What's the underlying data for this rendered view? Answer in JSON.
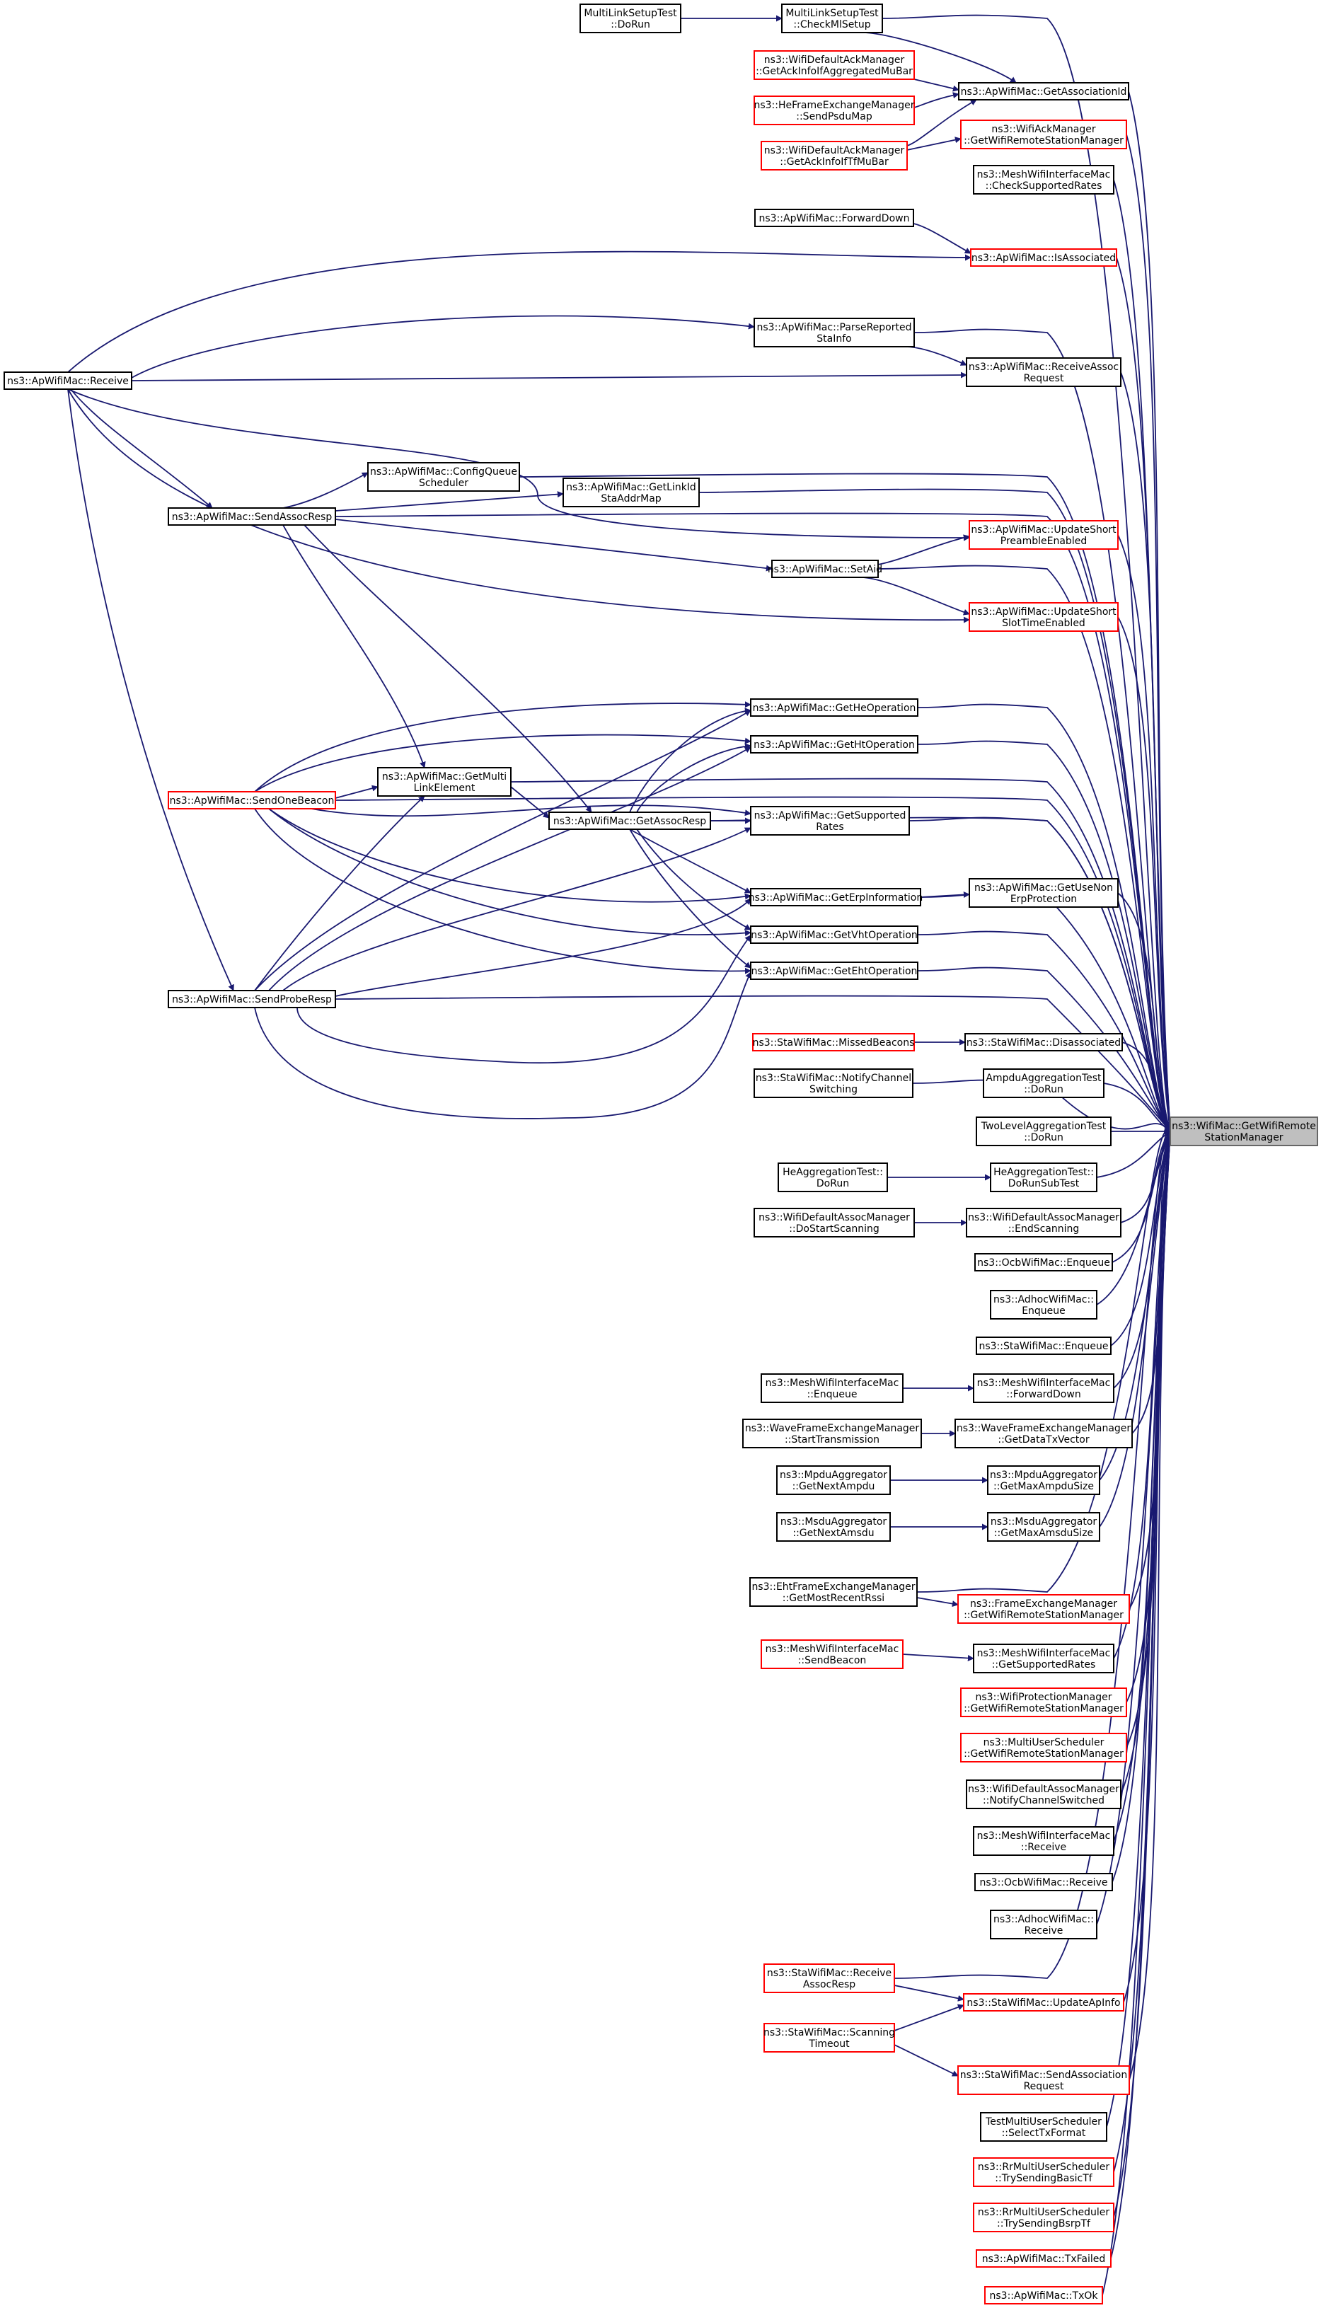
{
  "colors": {
    "edge": "#191970",
    "box_default": "#000000",
    "box_highlight": "#ff0000",
    "focus_fill": "#bfbfbf",
    "background": "#ffffff"
  },
  "nodes": {
    "mlstest_dorun": {
      "lines": [
        "MultiLinkSetupTest",
        "::DoRun"
      ],
      "style": "default"
    },
    "mlstest_checkml": {
      "lines": [
        "MultiLinkSetupTest",
        "::CheckMlSetup"
      ],
      "style": "default"
    },
    "wdack_getackinfo_mubar": {
      "lines": [
        "ns3::WifiDefaultAckManager",
        "::GetAckInfoIfAggregatedMuBar"
      ],
      "style": "highlight"
    },
    "hefem_sendpsdumap": {
      "lines": [
        "ns3::HeFrameExchangeManager",
        "::SendPsduMap"
      ],
      "style": "highlight"
    },
    "wdack_getackinfo_tf": {
      "lines": [
        "ns3::WifiDefaultAckManager",
        "::GetAckInfoIfTfMuBar"
      ],
      "style": "highlight"
    },
    "ap_getassociationid": {
      "lines": [
        "ns3::ApWifiMac::GetAssociationId"
      ],
      "style": "default"
    },
    "wam_getwrsm": {
      "lines": [
        "ns3::WifiAckManager",
        "::GetWifiRemoteStationManager"
      ],
      "style": "highlight"
    },
    "mesh_checksupportedrates": {
      "lines": [
        "ns3::MeshWifiInterfaceMac",
        "::CheckSupportedRates"
      ],
      "style": "default"
    },
    "ap_forwarddown": {
      "lines": [
        "ns3::ApWifiMac::ForwardDown"
      ],
      "style": "default"
    },
    "ap_isassociated": {
      "lines": [
        "ns3::ApWifiMac::IsAssociated"
      ],
      "style": "highlight"
    },
    "ap_receive": {
      "lines": [
        "ns3::ApWifiMac::Receive"
      ],
      "style": "default"
    },
    "ap_parsereportedstainfo": {
      "lines": [
        "ns3::ApWifiMac::ParseReported",
        "StaInfo"
      ],
      "style": "default"
    },
    "ap_receiveassocrequest": {
      "lines": [
        "ns3::ApWifiMac::ReceiveAssoc",
        "Request"
      ],
      "style": "default"
    },
    "ap_configqueuescheduler": {
      "lines": [
        "ns3::ApWifiMac::ConfigQueue",
        "Scheduler"
      ],
      "style": "default"
    },
    "ap_getlinkidstaaddrmap": {
      "lines": [
        "ns3::ApWifiMac::GetLinkId",
        "StaAddrMap"
      ],
      "style": "default"
    },
    "ap_sendassocresp": {
      "lines": [
        "ns3::ApWifiMac::SendAssocResp"
      ],
      "style": "default"
    },
    "ap_updateshortpreamble": {
      "lines": [
        "ns3::ApWifiMac::UpdateShort",
        "PreambleEnabled"
      ],
      "style": "highlight"
    },
    "ap_setaid": {
      "lines": [
        "ns3::ApWifiMac::SetAid"
      ],
      "style": "default"
    },
    "ap_updateshortslottime": {
      "lines": [
        "ns3::ApWifiMac::UpdateShort",
        "SlotTimeEnabled"
      ],
      "style": "highlight"
    },
    "ap_getheoperation": {
      "lines": [
        "ns3::ApWifiMac::GetHeOperation"
      ],
      "style": "default"
    },
    "ap_gethtoperation": {
      "lines": [
        "ns3::ApWifiMac::GetHtOperation"
      ],
      "style": "default"
    },
    "ap_sendonebeacon": {
      "lines": [
        "ns3::ApWifiMac::SendOneBeacon"
      ],
      "style": "highlight"
    },
    "ap_getmultilinkelement": {
      "lines": [
        "ns3::ApWifiMac::GetMulti",
        "LinkElement"
      ],
      "style": "default"
    },
    "ap_getassocresp": {
      "lines": [
        "ns3::ApWifiMac::GetAssocResp"
      ],
      "style": "default"
    },
    "ap_getsupportedrates": {
      "lines": [
        "ns3::ApWifiMac::GetSupported",
        "Rates"
      ],
      "style": "default"
    },
    "ap_geterpinformation": {
      "lines": [
        "ns3::ApWifiMac::GetErpInformation"
      ],
      "style": "default"
    },
    "ap_getusenonerpprotection": {
      "lines": [
        "ns3::ApWifiMac::GetUseNon",
        "ErpProtection"
      ],
      "style": "default"
    },
    "ap_getvhtoperation": {
      "lines": [
        "ns3::ApWifiMac::GetVhtOperation"
      ],
      "style": "default"
    },
    "ap_getehtoperation": {
      "lines": [
        "ns3::ApWifiMac::GetEhtOperation"
      ],
      "style": "default"
    },
    "ap_sendproberesp": {
      "lines": [
        "ns3::ApWifiMac::SendProbeResp"
      ],
      "style": "default"
    },
    "sta_missedbeacons": {
      "lines": [
        "ns3::StaWifiMac::MissedBeacons"
      ],
      "style": "highlight"
    },
    "sta_disassociated": {
      "lines": [
        "ns3::StaWifiMac::Disassociated"
      ],
      "style": "default"
    },
    "sta_notifychannelswitching": {
      "lines": [
        "ns3::StaWifiMac::NotifyChannel",
        "Switching"
      ],
      "style": "default"
    },
    "ampdu_dorun": {
      "lines": [
        "AmpduAggregationTest",
        "::DoRun"
      ],
      "style": "default"
    },
    "focus_getwrsm": {
      "lines": [
        "ns3::WifiMac::GetWifiRemote",
        "StationManager"
      ],
      "style": "focus"
    },
    "twolevel_dorun": {
      "lines": [
        "TwoLevelAggregationTest",
        "::DoRun"
      ],
      "style": "default"
    },
    "heagg_dorun": {
      "lines": [
        "HeAggregationTest::",
        "DoRun"
      ],
      "style": "default"
    },
    "heagg_dorunsubtest": {
      "lines": [
        "HeAggregationTest::",
        "DoRunSubTest"
      ],
      "style": "default"
    },
    "wdassoc_dostartscanning": {
      "lines": [
        "ns3::WifiDefaultAssocManager",
        "::DoStartScanning"
      ],
      "style": "default"
    },
    "wdassoc_endscanning": {
      "lines": [
        "ns3::WifiDefaultAssocManager",
        "::EndScanning"
      ],
      "style": "default"
    },
    "ocb_enqueue": {
      "lines": [
        "ns3::OcbWifiMac::Enqueue"
      ],
      "style": "default"
    },
    "adhoc_enqueue": {
      "lines": [
        "ns3::AdhocWifiMac::",
        "Enqueue"
      ],
      "style": "default"
    },
    "sta_enqueue": {
      "lines": [
        "ns3::StaWifiMac::Enqueue"
      ],
      "style": "default"
    },
    "mesh_enqueue": {
      "lines": [
        "ns3::MeshWifiInterfaceMac",
        "::Enqueue"
      ],
      "style": "default"
    },
    "mesh_forwarddown": {
      "lines": [
        "ns3::MeshWifiInterfaceMac",
        "::ForwardDown"
      ],
      "style": "default"
    },
    "wave_starttransmission": {
      "lines": [
        "ns3::WaveFrameExchangeManager",
        "::StartTransmission"
      ],
      "style": "default"
    },
    "wave_getdatatxvector": {
      "lines": [
        "ns3::WaveFrameExchangeManager",
        "::GetDataTxVector"
      ],
      "style": "default"
    },
    "mpdu_getnextampdu": {
      "lines": [
        "ns3::MpduAggregator",
        "::GetNextAmpdu"
      ],
      "style": "default"
    },
    "mpdu_getmaxampdusize": {
      "lines": [
        "ns3::MpduAggregator",
        "::GetMaxAmpduSize"
      ],
      "style": "default"
    },
    "msdu_getnextamsdu": {
      "lines": [
        "ns3::MsduAggregator",
        "::GetNextAmsdu"
      ],
      "style": "default"
    },
    "msdu_getmaxamsdusize": {
      "lines": [
        "ns3::MsduAggregator",
        "::GetMaxAmsduSize"
      ],
      "style": "default"
    },
    "eht_getmostrecentrssi": {
      "lines": [
        "ns3::EhtFrameExchangeManager",
        "::GetMostRecentRssi"
      ],
      "style": "default"
    },
    "fem_getwrsm": {
      "lines": [
        "ns3::FrameExchangeManager",
        "::GetWifiRemoteStationManager"
      ],
      "style": "highlight"
    },
    "mesh_sendbeacon": {
      "lines": [
        "ns3::MeshWifiInterfaceMac",
        "::SendBeacon"
      ],
      "style": "highlight"
    },
    "mesh_getsupportedrates": {
      "lines": [
        "ns3::MeshWifiInterfaceMac",
        "::GetSupportedRates"
      ],
      "style": "default"
    },
    "wpm_getwrsm": {
      "lines": [
        "ns3::WifiProtectionManager",
        "::GetWifiRemoteStationManager"
      ],
      "style": "highlight"
    },
    "mus_getwrsm": {
      "lines": [
        "ns3::MultiUserScheduler",
        "::GetWifiRemoteStationManager"
      ],
      "style": "highlight"
    },
    "wdassoc_notifychannelswitched": {
      "lines": [
        "ns3::WifiDefaultAssocManager",
        "::NotifyChannelSwitched"
      ],
      "style": "default"
    },
    "mesh_receive": {
      "lines": [
        "ns3::MeshWifiInterfaceMac",
        "::Receive"
      ],
      "style": "default"
    },
    "ocb_receive": {
      "lines": [
        "ns3::OcbWifiMac::Receive"
      ],
      "style": "default"
    },
    "adhoc_receive": {
      "lines": [
        "ns3::AdhocWifiMac::",
        "Receive"
      ],
      "style": "default"
    },
    "sta_receiveassocresp": {
      "lines": [
        "ns3::StaWifiMac::Receive",
        "AssocResp"
      ],
      "style": "highlight"
    },
    "sta_updateapinfo": {
      "lines": [
        "ns3::StaWifiMac::UpdateApInfo"
      ],
      "style": "highlight"
    },
    "sta_scanningtimeout": {
      "lines": [
        "ns3::StaWifiMac::Scanning",
        "Timeout"
      ],
      "style": "highlight"
    },
    "sta_sendassociationrequest": {
      "lines": [
        "ns3::StaWifiMac::SendAssociation",
        "Request"
      ],
      "style": "highlight"
    },
    "testmus_selecttxformat": {
      "lines": [
        "TestMultiUserScheduler",
        "::SelectTxFormat"
      ],
      "style": "default"
    },
    "rrmus_trysendingbasictf": {
      "lines": [
        "ns3::RrMultiUserScheduler",
        "::TrySendingBasicTf"
      ],
      "style": "highlight"
    },
    "rrmus_trysendingbsrptf": {
      "lines": [
        "ns3::RrMultiUserScheduler",
        "::TrySendingBsrpTf"
      ],
      "style": "highlight"
    },
    "ap_txfailed": {
      "lines": [
        "ns3::ApWifiMac::TxFailed"
      ],
      "style": "highlight"
    },
    "ap_txok": {
      "lines": [
        "ns3::ApWifiMac::TxOk"
      ],
      "style": "highlight"
    }
  }
}
